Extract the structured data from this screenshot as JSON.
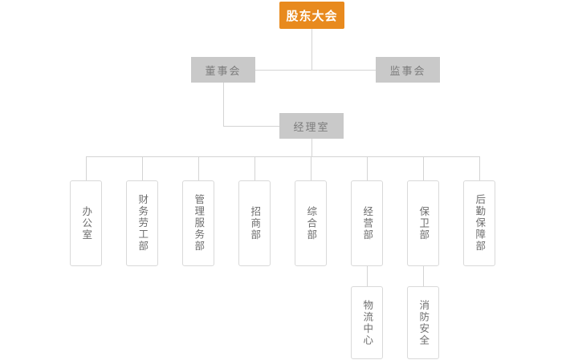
{
  "chart": {
    "title": "",
    "type": "org-chart",
    "colors": {
      "accent": "#e88a1e",
      "node_gray": "#c9c9c9",
      "line": "#d4d4d4",
      "border": "#d9d9d9",
      "text_gray": "#6e6e6e",
      "text_white": "#ffffff"
    },
    "levels": {
      "level1": {
        "nodes": [
          {
            "id": "shareholders",
            "label": "股东大会",
            "style": "accent"
          }
        ]
      },
      "level2": {
        "nodes": [
          {
            "id": "board-of-directors",
            "label": "董事会",
            "style": "gray"
          },
          {
            "id": "board-of-supervisors",
            "label": "监事会",
            "style": "gray"
          }
        ]
      },
      "level3": {
        "nodes": [
          {
            "id": "managers-office",
            "label": "经理室",
            "style": "gray"
          }
        ]
      },
      "level4": {
        "nodes": [
          {
            "id": "dept-office",
            "label": "办公室",
            "style": "vertical"
          },
          {
            "id": "dept-finance-labor",
            "label": "财务劳工部",
            "style": "vertical"
          },
          {
            "id": "dept-management-service",
            "label": "管理服务部",
            "style": "vertical"
          },
          {
            "id": "dept-investment",
            "label": "招商部",
            "style": "vertical"
          },
          {
            "id": "dept-general",
            "label": "综合部",
            "style": "vertical"
          },
          {
            "id": "dept-operations",
            "label": "经营部",
            "style": "vertical"
          },
          {
            "id": "dept-security",
            "label": "保卫部",
            "style": "vertical"
          },
          {
            "id": "dept-logistics-support",
            "label": "后勤保障部",
            "style": "vertical"
          }
        ]
      },
      "level5": {
        "nodes": [
          {
            "id": "sub-logistics-center",
            "label": "物流中心",
            "parent": "dept-operations",
            "style": "vertical"
          },
          {
            "id": "sub-fire-safety",
            "label": "消防安全",
            "parent": "dept-security",
            "style": "vertical"
          }
        ]
      }
    }
  }
}
